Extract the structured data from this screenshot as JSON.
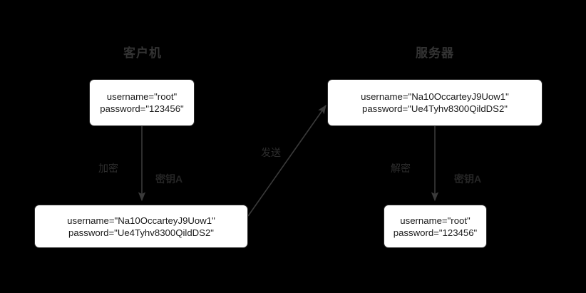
{
  "diagram": {
    "type": "flow",
    "background_color": "#000000",
    "node_fill_color": "#ffffff",
    "node_border_color": "#2b2b2b",
    "edge_color": "#3a3a3a",
    "title_color": "#333333",
    "label_color": "#2e2e2e"
  },
  "columns": {
    "client_title": "客户机",
    "server_title": "服务器"
  },
  "nodes": {
    "client_plaintext": {
      "line1": "username=\"root\"",
      "line2": "password=\"123456\""
    },
    "client_ciphertext": {
      "line1": "username=\"Na10OccarteyJ9Uow1\"",
      "line2": "password=\"Ue4Tyhv8300QildDS2\""
    },
    "server_ciphertext": {
      "line1": "username=\"Na10OccarteyJ9Uow1\"",
      "line2": "password=\"Ue4Tyhv8300QildDS2\""
    },
    "server_plaintext": {
      "line1": "username=\"root\"",
      "line2": "password=\"123456\""
    }
  },
  "edges": {
    "encrypt_label": "加密",
    "encrypt_key_label": "密钥A",
    "send_label": "发送",
    "decrypt_label": "解密",
    "decrypt_key_label": "密钥A"
  }
}
